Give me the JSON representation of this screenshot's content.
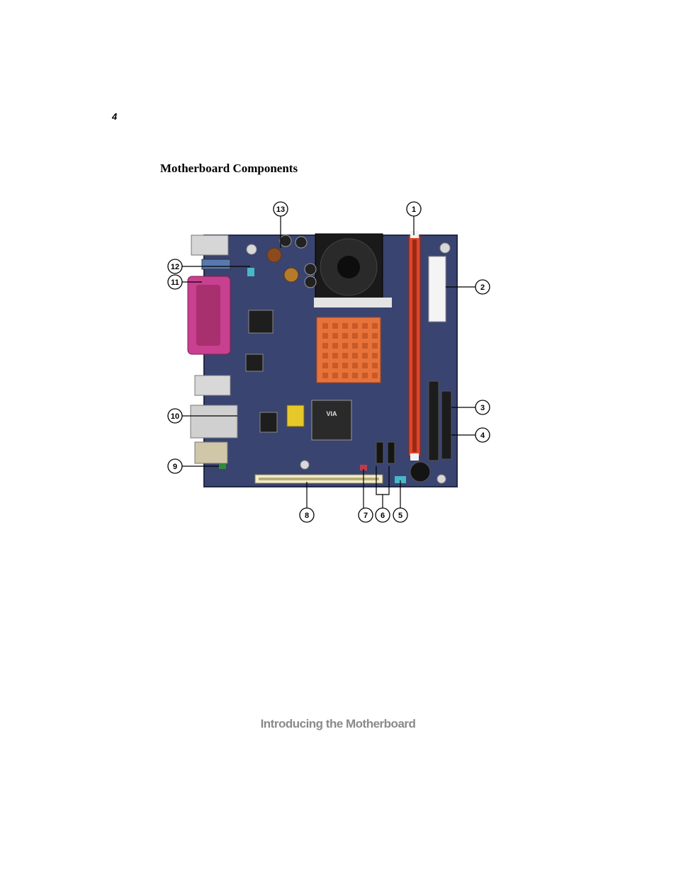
{
  "page": {
    "number": "4",
    "section_title": "Motherboard Components",
    "footer_title": "Introducing the Motherboard"
  },
  "figure": {
    "callouts": [
      "1",
      "2",
      "3",
      "4",
      "5",
      "6",
      "7",
      "8",
      "9",
      "10",
      "11",
      "12",
      "13"
    ],
    "chip_marking": "VIA",
    "colors": {
      "board": "#3a4470",
      "dimm_slot": "#e0462a",
      "parallel_port": "#c8408f",
      "heatsink": "#e8733a",
      "fan": "#1a1a1a",
      "pci_slot": "#f3ecc8",
      "ide_connector": "#1c1c1c",
      "atx_power": "#f4f4f4"
    }
  }
}
